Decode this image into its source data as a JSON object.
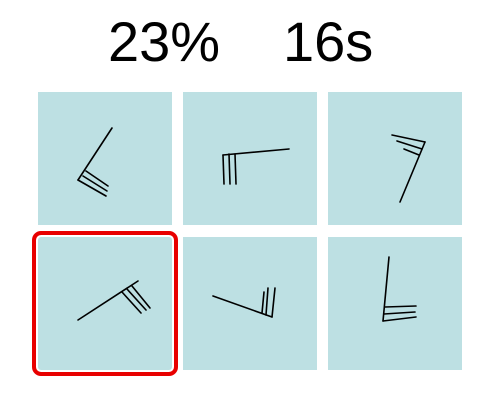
{
  "hud": {
    "progress_text": "23%",
    "timer_text": "16s"
  },
  "board": {
    "tile_color": "#bde0e3",
    "selection_color": "#e80000",
    "glyph_icon": "rotated-rune-glyph",
    "selected_index": 3,
    "tiles": [
      {
        "row": 0,
        "col": 0
      },
      {
        "row": 0,
        "col": 1
      },
      {
        "row": 0,
        "col": 2
      },
      {
        "row": 1,
        "col": 0
      },
      {
        "row": 1,
        "col": 1
      },
      {
        "row": 1,
        "col": 2
      }
    ]
  }
}
